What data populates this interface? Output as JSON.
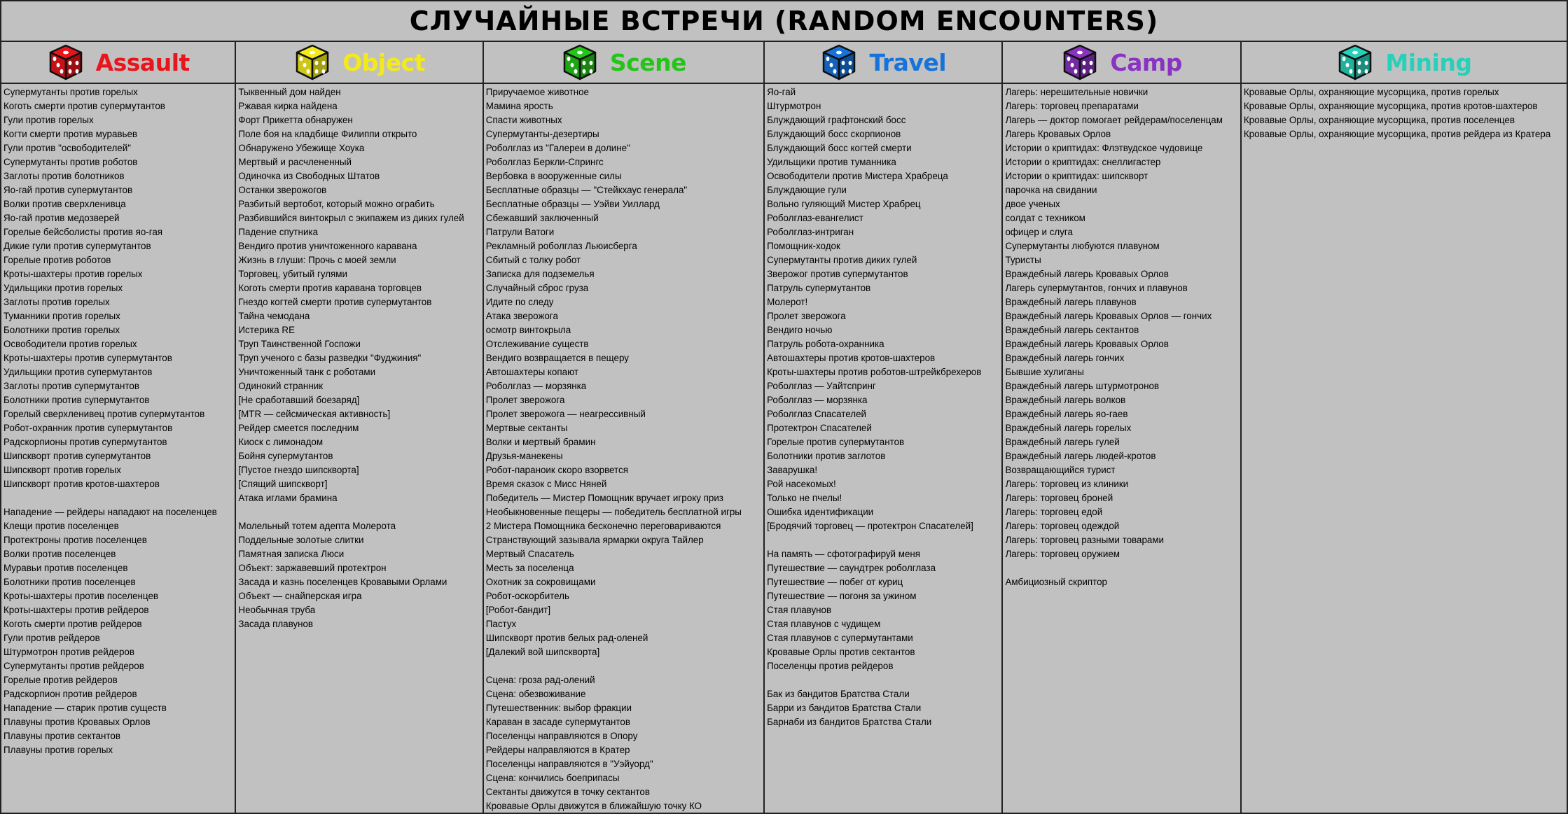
{
  "page": {
    "title": "СЛУЧАЙНЫЕ ВСТРЕЧИ (RANDOM ENCOUNTERS)"
  },
  "columns": [
    {
      "label": "Assault",
      "color": "#e8161c",
      "icon": "red-die-icon",
      "items": [
        "Супермутанты против горелых",
        "Коготь смерти против супермутантов",
        "Гули против горелых",
        "Когти смерти против муравьев",
        "Гули против \"освободителей\"",
        "Супермутанты против роботов",
        "Заглоты против болотников",
        "Яо-гай против супермутантов",
        "Волки против сверхленивца",
        "Яо-гай против медозверей",
        "Горелые бейсболисты против яо-гая",
        "Дикие гули против супермутантов",
        "Горелые против роботов",
        "Кроты-шахтеры против горелых",
        "Удильщики против горелых",
        "Заглоты против горелых",
        "Туманники против горелых",
        "Болотники против горелых",
        "Освободители против горелых",
        "Кроты-шахтеры против супермутантов",
        "Удильщики против супермутантов",
        "Заглоты против супермутантов",
        "Болотники против супермутантов",
        "Горелый сверхленивец против супермутантов",
        "Робот-охранник против супермутантов",
        "Радскорпионы против супермутантов",
        "Шипскворт против супермутантов",
        "Шипскворт против горелых",
        "Шипскворт против кротов-шахтеров",
        "",
        "Нападение — рейдеры нападают на поселенцев",
        "Клещи против поселенцев",
        "Протектроны против поселенцев",
        "Волки против поселенцев",
        "Муравьи против поселенцев",
        "Болотники против поселенцев",
        "Кроты-шахтеры против поселенцев",
        "Кроты-шахтеры против рейдеров",
        "Коготь смерти против рейдеров",
        "Гули против рейдеров",
        "Штурмотрон против рейдеров",
        "Супермутанты против рейдеров",
        "Горелые против рейдеров",
        "Радскорпион против рейдеров",
        "Нападение — старик против существ",
        "Плавуны против Кровавых Орлов",
        "Плавуны против сектантов",
        "Плавуны против горелых"
      ]
    },
    {
      "label": "Object",
      "color": "#f4ea1b",
      "icon": "yellow-die-icon",
      "items": [
        "Тыквенный дом найден",
        "Ржавая кирка найдена",
        "Форт Прикетта обнаружен",
        "Поле боя на кладбище Филиппи открыто",
        "Обнаружено Убежище Хоука",
        "Мертвый и расчлененный",
        "Одиночка из Свободных Штатов",
        "Останки зверожогов",
        "Разбитый вертобот, который можно ограбить",
        "Разбившийся винтокрыл с экипажем из диких гулей",
        "Падение спутника",
        "Вендиго против уничтоженного каравана",
        "Жизнь в глуши: Прочь с моей земли",
        "Торговец, убитый гулями",
        "Коготь смерти против каравана торговцев",
        "Гнездо когтей смерти против супермутантов",
        "Тайна чемодана",
        "Истерика RE",
        "Труп Таинственной Госпожи",
        "Труп ученого с базы разведки \"Фуджиния\"",
        "Уничтоженный танк с роботами",
        "Одинокий странник",
        "[Не сработавший боезаряд]",
        "[MTR — сейсмическая активность]",
        "Рейдер смеется последним",
        "Киоск с лимонадом",
        "Бойня супермутантов",
        "[Пустое гнездо шипскворта]",
        "[Спящий шипскворт]",
        "Атака иглами брамина",
        "",
        "Молельный тотем адепта Молерота",
        "Поддельные золотые слитки",
        "Памятная записка Люси",
        "Объект: заржавевший протектрон",
        "Засада и казнь поселенцев Кровавыми Орлами",
        "Объект — снайперская игра",
        "Необычная труба",
        "Засада плавунов"
      ]
    },
    {
      "label": "Scene",
      "color": "#25c418",
      "icon": "green-die-icon",
      "items": [
        "Приручаемое животное",
        "Мамина ярость",
        "Спасти животных",
        "Супермутанты-дезертиры",
        "Роболглаз из \"Галереи в долине\"",
        "Роболглаз Беркли-Спрингс",
        "Вербовка в вооруженные силы",
        "Бесплатные образцы — \"Стейкхаус генерала\"",
        "Бесплатные образцы — Уэйви Уиллард",
        "Сбежавший заключенный",
        "Патрули Ватоги",
        "Рекламный роболглаз Льюисберга",
        "Сбитый с толку робот",
        "Записка для подземелья",
        "Случайный сброс груза",
        "Идите по следу",
        "Атака зверожога",
        "осмотр винтокрыла",
        "Отслеживание существ",
        "Вендиго возвращается в пещеру",
        "Автошахтеры копают",
        "Роболглаз — морзянка",
        "Пролет зверожога",
        "Пролет зверожога — неагрессивный",
        "Мертвые сектанты",
        "Волки и мертвый брамин",
        "Друзья-манекены",
        "Робот-параноик скоро взорвется",
        "Время сказок с Мисс Няней",
        "Победитель — Мистер Помощник вручает игроку приз",
        "Необыкновенные пещеры — победитель бесплатной игры",
        "2 Мистера Помощника бесконечно переговариваются",
        "Странствующий зазывала ярмарки округа Тайлер",
        "Мертвый Спасатель",
        "Месть за поселенца",
        "Охотник за сокровищами",
        "Робот-оскорбитель",
        "[Робот-бандит]",
        "Пастух",
        "Шипскворт против белых рад-оленей",
        "[Далекий вой шипскворта]",
        "",
        "Сцена: гроза рад-олений",
        "Сцена: обезвоживание",
        "Путешественник: выбор фракции",
        "Караван в засаде супермутантов",
        "Поселенцы направляются в Опору",
        "Рейдеры направляются в Кратер",
        "Поселенцы направляются в \"Уэйуорд\"",
        "Сцена: кончились боеприпасы",
        "Сектанты движутся в точку сектантов",
        "Кровавые Орлы движутся в ближайшую точку КО"
      ]
    },
    {
      "label": "Travel",
      "color": "#1773d9",
      "icon": "blue-die-icon",
      "items": [
        "Яо-гай",
        "Штурмотрон",
        "Блуждающий графтонский босс",
        "Блуждающий босс скорпионов",
        "Блуждающий босс когтей смерти",
        "Удильщики против туманника",
        "Освободители против Мистера Храбреца",
        "Блуждающие гули",
        "Вольно гуляющий Мистер Храбрец",
        "Роболглаз-евангелист",
        "Роболглаз-интриган",
        "Помощник-ходок",
        "Супермутанты против диких гулей",
        "Зверожог против супермутантов",
        "Патруль супермутантов",
        "Молерот!",
        "Пролет зверожога",
        "Вендиго ночью",
        "Патруль робота-охранника",
        "Автошахтеры против кротов-шахтеров",
        "Кроты-шахтеры против роботов-штрейкбрехеров",
        "Роболглаз — Уайтспринг",
        "Роболглаз — морзянка",
        "Роболглаз Спасателей",
        "Протектрон Спасателей",
        "Горелые против супермутантов",
        "Болотники против заглотов",
        "Заварушка!",
        "Рой насекомых!",
        "Только не пчелы!",
        "Ошибка идентификации",
        "[Бродячий торговец — протектрон Спасателей]",
        "",
        "На память — сфотографируй меня",
        "Путешествие — саундтрек роболглаза",
        "Путешествие — побег от куриц",
        "Путешествие — погоня за ужином",
        "Стая плавунов",
        "Стая плавунов с чудищем",
        "Стая плавунов с супермутантами",
        "Кровавые Орлы против сектантов",
        "Поселенцы против рейдеров",
        "",
        "Бак из бандитов Братства Стали",
        "Барри из бандитов Братства Стали",
        "Барнаби из бандитов Братства Стали"
      ]
    },
    {
      "label": "Camp",
      "color": "#8a32c2",
      "icon": "purple-die-icon",
      "items": [
        "Лагерь: нерешительные новички",
        "Лагерь: торговец препаратами",
        "Лагерь — доктор помогает рейдерам/поселенцам",
        "Лагерь Кровавых Орлов",
        "Истории о криптидах: Флэтвудское чудовище",
        "Истории о криптидах: снеллигастер",
        "Истории о криптидах: шипскворт",
        "парочка на свидании",
        "двое ученых",
        "солдат с техником",
        "офицер и слуга",
        "Супермутанты любуются плавуном",
        "Туристы",
        "Враждебный лагерь Кровавых Орлов",
        "Лагерь супермутантов, гончих и плавунов",
        "Враждебный лагерь плавунов",
        "Враждебный лагерь Кровавых Орлов — гончих",
        "Враждебный лагерь сектантов",
        "Враждебный лагерь Кровавых Орлов",
        "Враждебный лагерь гончих",
        "Бывшие хулиганы",
        "Враждебный лагерь штурмотронов",
        "Враждебный лагерь волков",
        "Враждебный лагерь яо-гаев",
        "Враждебный лагерь горелых",
        "Враждебный лагерь гулей",
        "Враждебный лагерь людей-кротов",
        "Возвращающийся турист",
        "Лагерь: торговец из клиники",
        "Лагерь: торговец броней",
        "Лагерь: торговец едой",
        "Лагерь: торговец одеждой",
        "Лагерь: торговец разными товарами",
        "Лагерь: торговец оружием",
        "",
        "Амбициозный скриптор"
      ]
    },
    {
      "label": "Mining",
      "color": "#27d0b8",
      "icon": "teal-die-icon",
      "items": [
        "Кровавые Орлы, охраняющие мусорщика, против горелых",
        "Кровавые Орлы, охраняющие мусорщика, против кротов-шахтеров",
        "Кровавые Орлы, охраняющие мусорщика, против поселенцев",
        "Кровавые Орлы, охраняющие мусорщика, против рейдера из Кратера"
      ]
    }
  ]
}
